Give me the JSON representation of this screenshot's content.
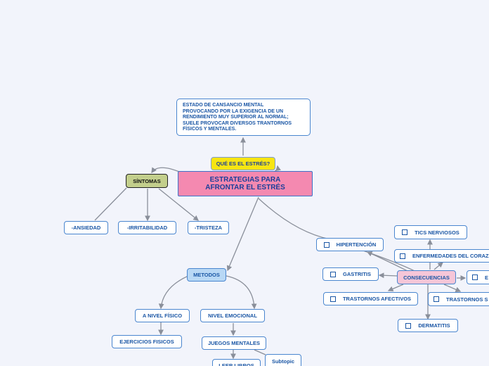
{
  "root": "ESTRATEGIAS PARA\nAFRONTAR EL ESTRÉS",
  "question": "QUÉ ES EL ESTRÉS?",
  "definition": "ESTADO DE CANSANCIO MENTAL\nPROVOCANDO POR LA EXIGENCIA DE UN\nRENDIMIENTO MUY SUPERIOR AL NORMAL;\nSUELE PROVOCAR DIVERSOS TRANTORNOS\nFÍSICOS Y MENTALES.",
  "symptoms": {
    "title": "SÍNTOMAS",
    "items": [
      "-ANSIEDAD",
      "-IRRITABILIDAD",
      "-TRISTEZA"
    ]
  },
  "methods": {
    "title": "METODOS",
    "physical": "A NIVEL FÍSICO",
    "physical_child": "EJERCICIOS FISICOS",
    "emotional": "NIVEL EMOCIONAL",
    "emotional_child": "JUEGOS MENTALES",
    "emotional_grandchildren": [
      "LEER LIBROS",
      "Subtopic"
    ]
  },
  "consequences": {
    "title": "CONSECUENCIAS",
    "items": [
      "HIPERTENCIÓN",
      "TICS NERVIOSOS",
      "ENFERMEDADES DEL CORAZÓN",
      "GASTRITIS",
      "E",
      "TRASTORNOS AFECTIVOS",
      "TRASTORNOS S",
      "DERMATITIS"
    ]
  },
  "colors": {
    "root": "#f489b0",
    "question": "#f8e512",
    "symptoms": "#c3cf8c",
    "methods": "#b8d8f5",
    "consequences": "#f6c6d8",
    "node_text": "#1a56a5",
    "connector": "#8a8f9a"
  }
}
